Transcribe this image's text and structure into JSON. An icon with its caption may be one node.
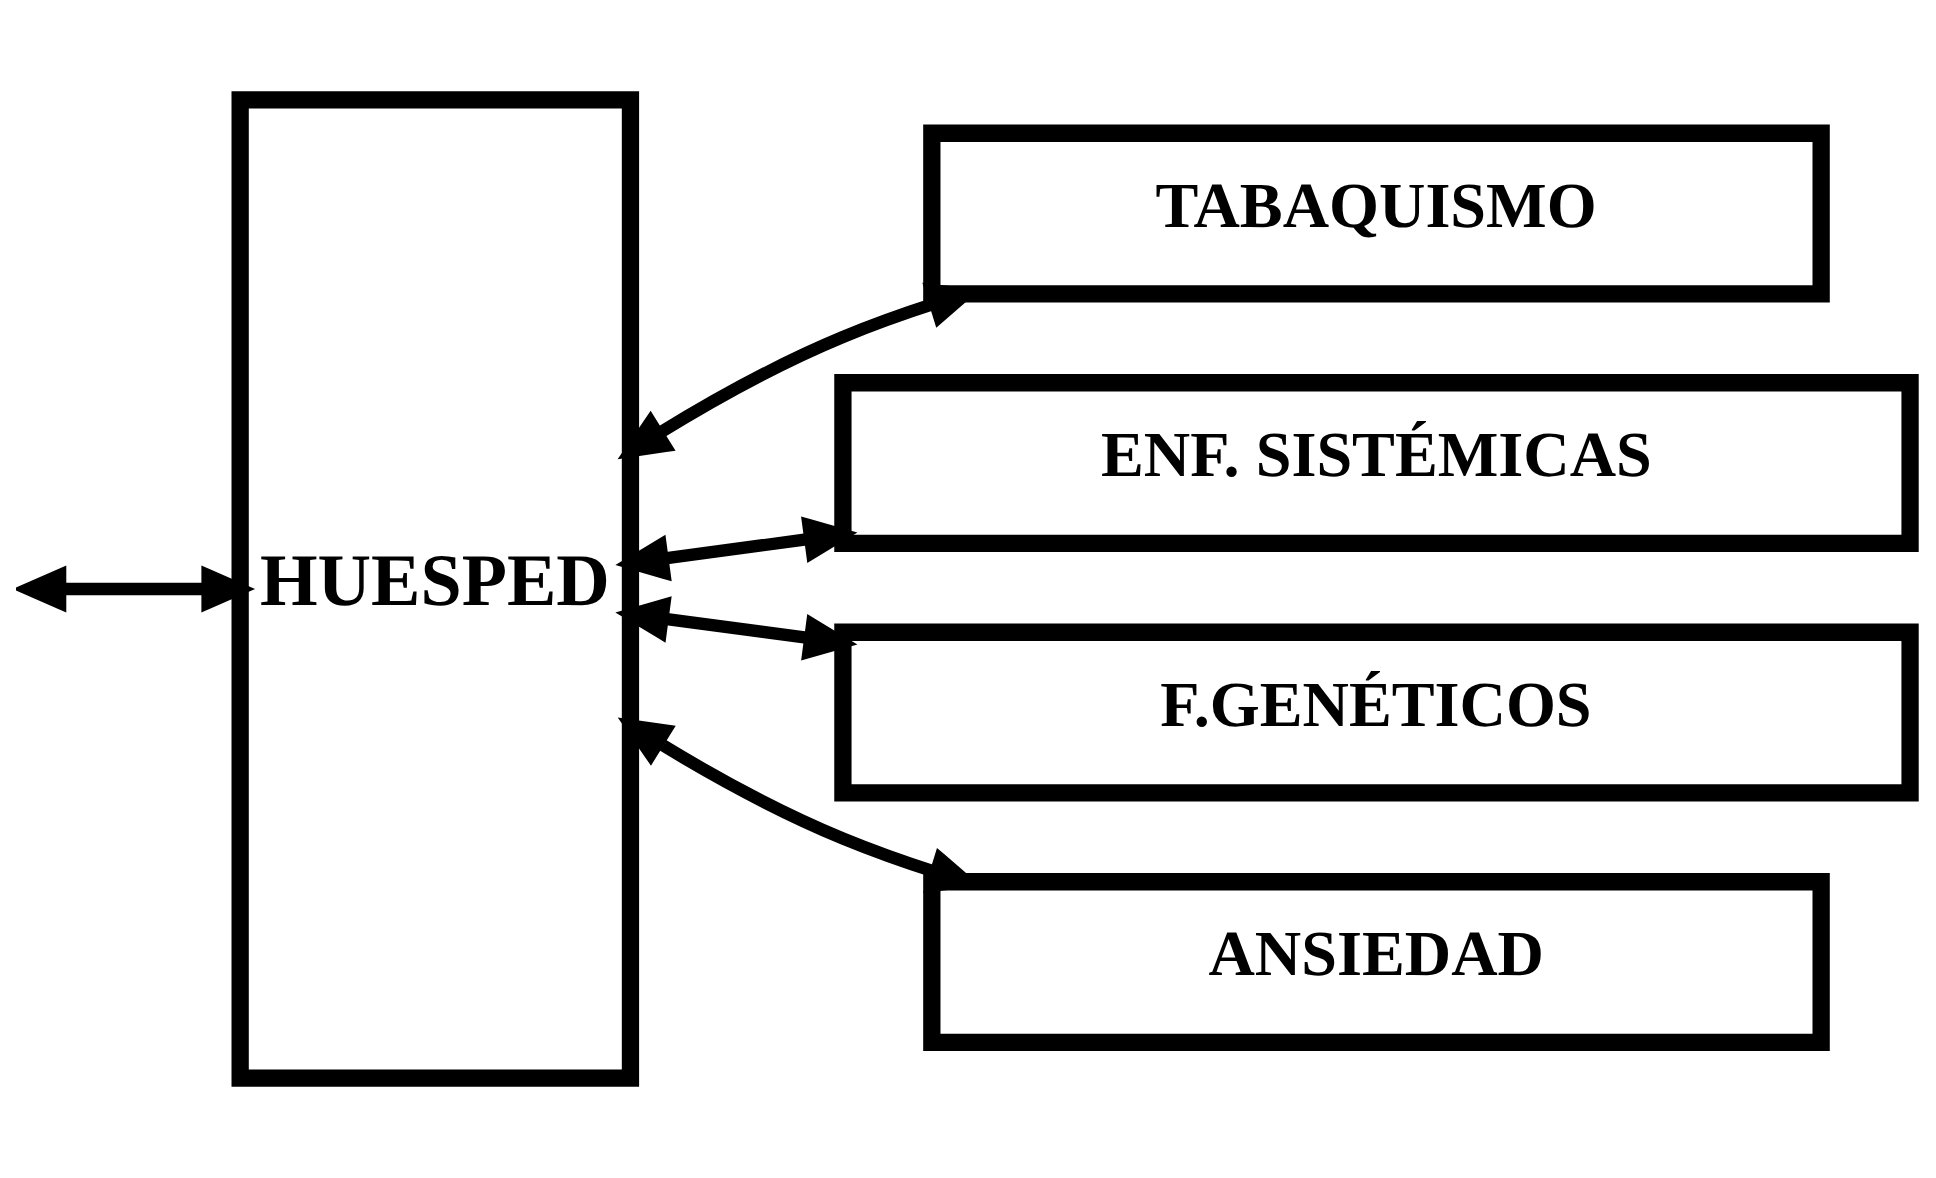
{
  "diagram": {
    "nodes": [
      {
        "text": [
          "HUESPED"
        ]
      },
      {
        "text": [
          "TABAQUISMO"
        ]
      },
      {
        "text": [
          "ENF. SISTÉMICAS"
        ]
      },
      {
        "text": [
          "F.GENÉTICOS"
        ]
      },
      {
        "text": [
          "ANSIEDAD"
        ]
      }
    ],
    "edges": [
      {
        "from": null,
        "to": 0,
        "arrow": "both"
      },
      {
        "from": 0,
        "to": 1,
        "arrow": "both"
      },
      {
        "from": 0,
        "to": 2,
        "arrow": "both"
      },
      {
        "from": 0,
        "to": 3,
        "arrow": "both"
      },
      {
        "from": 0,
        "to": 4,
        "arrow": "both"
      }
    ]
  }
}
